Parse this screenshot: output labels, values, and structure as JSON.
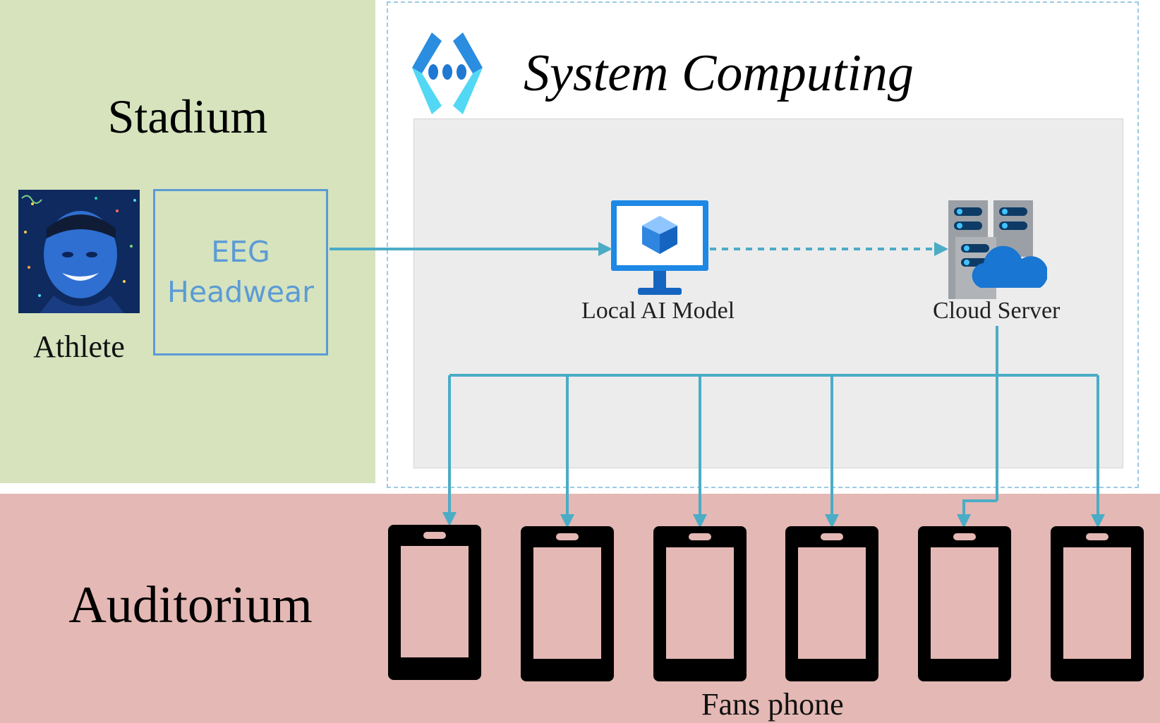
{
  "stadium": {
    "title": "Stadium",
    "athlete_label": "Athlete",
    "device_label": "EEG\nHeadwear"
  },
  "system": {
    "title": "System Computing",
    "local_model_label": "Local AI Model",
    "cloud_label": "Cloud Server"
  },
  "auditorium": {
    "title": "Auditorium",
    "phones_label": "Fans phone"
  },
  "colors": {
    "stadium_bg": "#d6e3bd",
    "auditorium_bg": "#e4b8b4",
    "arrow": "#4bacc6",
    "eeg_accent": "#5b9bd5",
    "inner_panel": "#ececec"
  },
  "icons": [
    "network-icon",
    "monitor-cube-icon",
    "server-cloud-icon",
    "phone-icon",
    "athlete-photo"
  ]
}
